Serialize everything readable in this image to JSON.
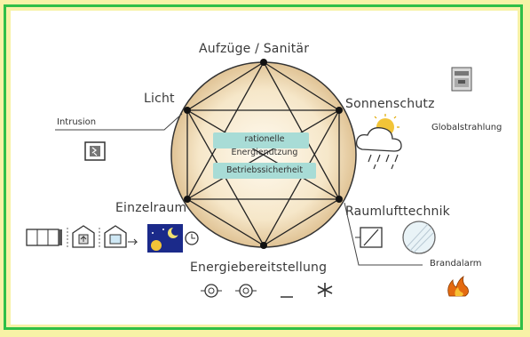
{
  "nodes": {
    "top": "Aufzüge / Sanitär",
    "upper_left": "Licht",
    "upper_right": "Sonnenschutz",
    "lower_left": "Einzelraum",
    "lower_right": "Raumlufttechnik",
    "bottom": "Energiebereitstellung"
  },
  "center": {
    "line1": "rationelle",
    "line2": "Energienutzung",
    "line3": "Betriebssicherheit"
  },
  "side_labels": {
    "intrusion": "Intrusion",
    "global": "Globalstrahlung",
    "fire": "Brandalarm"
  },
  "colors": {
    "frame": "#2fbf47",
    "background": "#f7f2a6",
    "circle_center": "#fff6e6",
    "circle_edge": "#e2c9a0",
    "band": "#a8dcd6"
  },
  "icons": [
    "intrusion-sensor-icon",
    "weather-station-icon",
    "sun-cloud-rain-icon",
    "window-icon",
    "door-icon",
    "door-arrow-icon",
    "day-night-icon",
    "clock-icon",
    "damper-icon",
    "fan-icon",
    "fire-icon",
    "boiler-icon",
    "pump-icon",
    "cooling-icon"
  ]
}
